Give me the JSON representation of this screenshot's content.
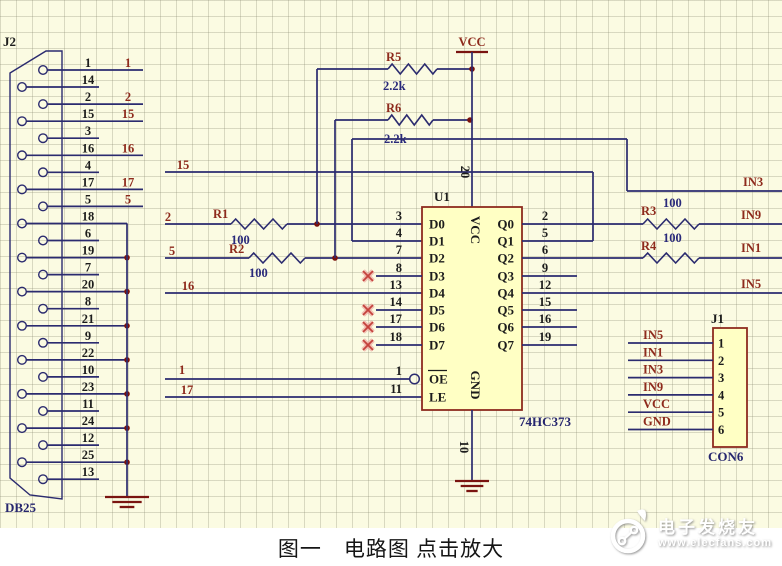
{
  "title_caption": "图一　电路图 点击放大",
  "colors": {
    "background": "#FBFBE2",
    "wire": "#2B2B6F",
    "net_red": "#8E2A1C",
    "value_navy": "#29297A",
    "text_black": "#1C1C1C",
    "part_navy": "#26266E",
    "component_fill": "#FFFFC4",
    "component_border": "#8E2B1F",
    "junction": "#7A120C",
    "ground": "#7A1410",
    "nc_x": "#C4423C"
  },
  "db25": {
    "designator": "J2",
    "part": "DB25",
    "rows": [
      {
        "pin": "1",
        "net": "1",
        "conn": "net"
      },
      {
        "pin": "14",
        "conn": "stub"
      },
      {
        "pin": "2",
        "net": "2",
        "conn": "net"
      },
      {
        "pin": "15",
        "net": "15",
        "conn": "net"
      },
      {
        "pin": "3",
        "conn": "stub"
      },
      {
        "pin": "16",
        "net": "16",
        "conn": "net"
      },
      {
        "pin": "4",
        "conn": "stub"
      },
      {
        "pin": "17",
        "net": "17",
        "conn": "net"
      },
      {
        "pin": "5",
        "net": "5",
        "conn": "net"
      },
      {
        "pin": "18",
        "conn": "bus"
      },
      {
        "pin": "6",
        "conn": "stub"
      },
      {
        "pin": "19",
        "conn": "busdot"
      },
      {
        "pin": "7",
        "conn": "stub"
      },
      {
        "pin": "20",
        "conn": "busdot"
      },
      {
        "pin": "8",
        "conn": "stub"
      },
      {
        "pin": "21",
        "conn": "busdot"
      },
      {
        "pin": "9",
        "conn": "stub"
      },
      {
        "pin": "22",
        "conn": "busdot"
      },
      {
        "pin": "10",
        "conn": "stub"
      },
      {
        "pin": "23",
        "conn": "busdot"
      },
      {
        "pin": "11",
        "conn": "stub"
      },
      {
        "pin": "24",
        "conn": "busdot"
      },
      {
        "pin": "12",
        "conn": "stub"
      },
      {
        "pin": "25",
        "conn": "busdot"
      },
      {
        "pin": "13",
        "conn": "stub"
      }
    ]
  },
  "u1": {
    "designator": "U1",
    "part": "74HC373",
    "left_pins": [
      {
        "num": "3",
        "name": "D0",
        "conn": "wire"
      },
      {
        "num": "4",
        "name": "D1",
        "conn": "wire"
      },
      {
        "num": "7",
        "name": "D2",
        "conn": "wire"
      },
      {
        "num": "8",
        "name": "D3",
        "conn": "nc"
      },
      {
        "num": "13",
        "name": "D4",
        "conn": "wire"
      },
      {
        "num": "14",
        "name": "D5",
        "conn": "nc"
      },
      {
        "num": "17",
        "name": "D6",
        "conn": "nc"
      },
      {
        "num": "18",
        "name": "D7",
        "conn": "nc"
      },
      {
        "num": "1",
        "name": "OE",
        "overline": true,
        "bubble": true,
        "conn": "wire"
      },
      {
        "num": "11",
        "name": "LE",
        "conn": "wire"
      }
    ],
    "right_pins": [
      {
        "num": "2",
        "name": "Q0"
      },
      {
        "num": "5",
        "name": "Q1"
      },
      {
        "num": "6",
        "name": "Q2"
      },
      {
        "num": "9",
        "name": "Q3"
      },
      {
        "num": "12",
        "name": "Q4"
      },
      {
        "num": "15",
        "name": "Q5"
      },
      {
        "num": "16",
        "name": "Q6"
      },
      {
        "num": "19",
        "name": "Q7"
      }
    ],
    "top_pin": {
      "num": "20",
      "name": "VCC"
    },
    "bottom_pin": {
      "num": "10",
      "name": "GND"
    }
  },
  "resistors": [
    {
      "ref": "R1",
      "value": "100"
    },
    {
      "ref": "R2",
      "value": "100"
    },
    {
      "ref": "R3",
      "value": "100"
    },
    {
      "ref": "R4",
      "value": "100"
    },
    {
      "ref": "R5",
      "value": "2.2k"
    },
    {
      "ref": "R6",
      "value": "2.2k"
    }
  ],
  "power_label": "VCC",
  "mid_nets": [
    "15",
    "2",
    "5",
    "16",
    "1",
    "17"
  ],
  "right_nets": [
    "IN3",
    "IN9",
    "IN1",
    "IN5"
  ],
  "j1": {
    "designator": "J1",
    "part": "CON6",
    "pins": [
      "1",
      "2",
      "3",
      "4",
      "5",
      "6"
    ],
    "nets": [
      "IN5",
      "IN1",
      "IN3",
      "IN9",
      "VCC",
      "GND"
    ]
  },
  "watermark": {
    "brand": "电子发烧友",
    "site": "www.elecfans.com"
  }
}
